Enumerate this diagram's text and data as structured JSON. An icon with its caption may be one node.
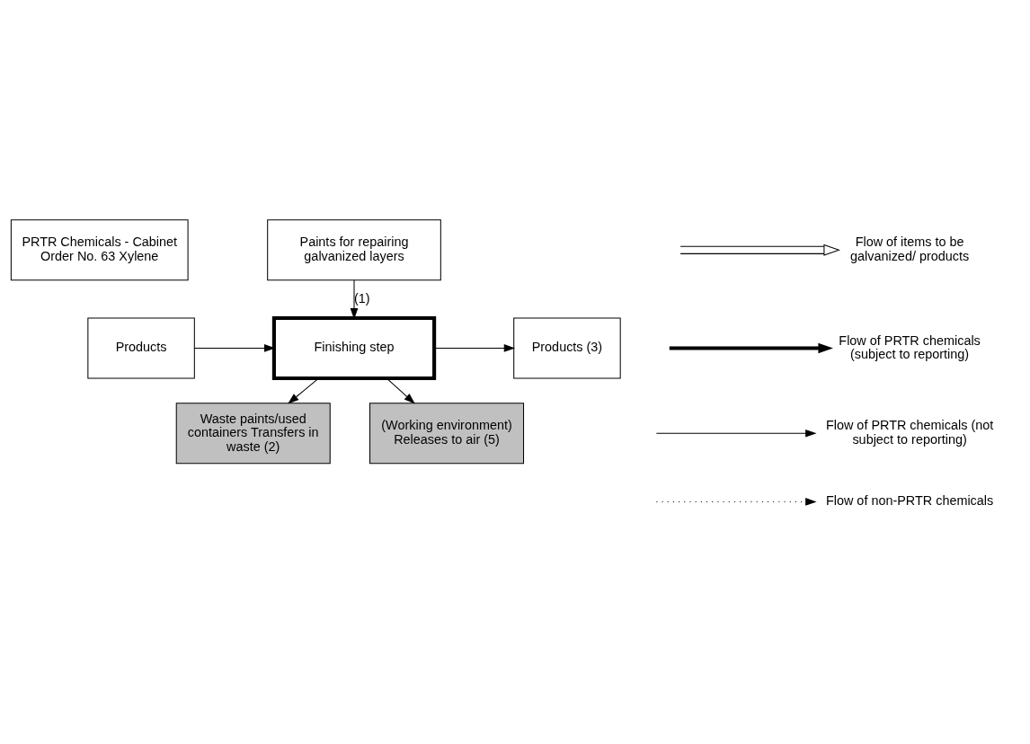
{
  "diagram": {
    "nodes": [
      {
        "text": [
          "PRTR Chemicals - Cabinet Order No. 63 Xylene"
        ]
      },
      {
        "text": [
          "Paints for repairing galvanized layers"
        ]
      },
      {
        "text": [
          "Products"
        ]
      },
      {
        "text": [
          "Finishing step"
        ]
      },
      {
        "text": [
          "Products (3)"
        ]
      },
      {
        "text": [
          "Waste paints/used containers Transfers in waste (2)"
        ]
      },
      {
        "text": [
          "(Working environment) Releases to air (5)"
        ]
      }
    ],
    "edges": [
      {
        "from": 1,
        "to": 3,
        "arrow": "to",
        "label": "(1)"
      },
      {
        "from": 2,
        "to": 3,
        "arrow": "to"
      },
      {
        "from": 3,
        "to": 4,
        "arrow": "to"
      },
      {
        "from": 3,
        "to": 5,
        "arrow": "to"
      },
      {
        "from": 3,
        "to": 6,
        "arrow": "to"
      }
    ],
    "legend": [
      {
        "text": "Flow of items to be galvanized/ products"
      },
      {
        "text": "Flow of PRTR chemicals (subject to reporting)"
      },
      {
        "text": "Flow of PRTR chemicals (not subject to reporting)"
      },
      {
        "text": "Flow of non-PRTR chemicals"
      }
    ]
  }
}
